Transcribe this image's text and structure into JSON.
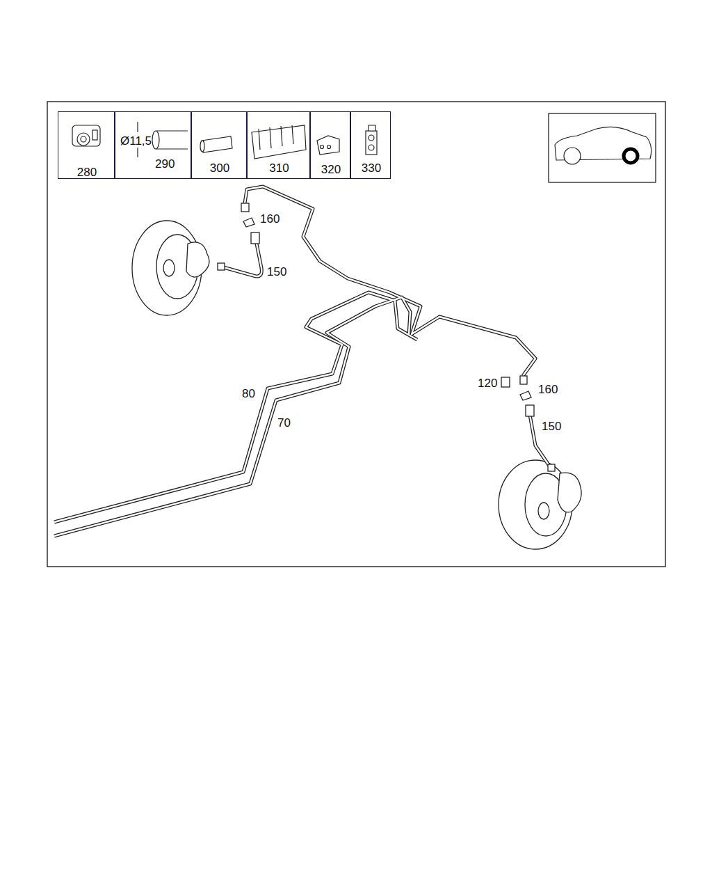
{
  "diagram": {
    "nodes": [
      {
        "text": [
          "280"
        ]
      },
      {
        "text": [
          "Ø11,5",
          "290"
        ]
      },
      {
        "text": [
          "300"
        ]
      },
      {
        "text": [
          "310"
        ]
      },
      {
        "text": [
          "320"
        ]
      },
      {
        "text": [
          "330"
        ]
      }
    ],
    "labels": [
      "160",
      "150",
      "80",
      "70",
      "120",
      "160",
      "150"
    ]
  }
}
